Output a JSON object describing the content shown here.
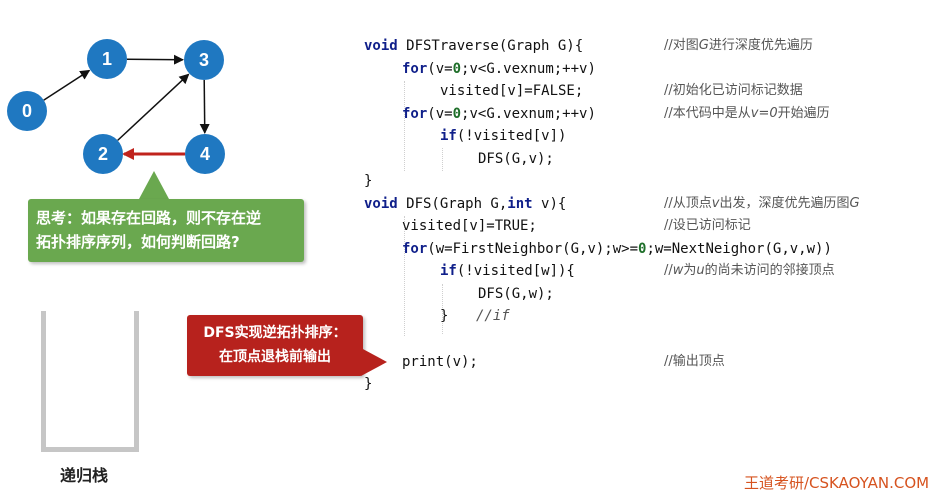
{
  "graph": {
    "nodes": [
      {
        "id": "0",
        "label": "0"
      },
      {
        "id": "1",
        "label": "1"
      },
      {
        "id": "2",
        "label": "2"
      },
      {
        "id": "3",
        "label": "3"
      },
      {
        "id": "4",
        "label": "4"
      }
    ],
    "edges": [
      {
        "from": "0",
        "to": "1"
      },
      {
        "from": "1",
        "to": "3"
      },
      {
        "from": "2",
        "to": "3"
      },
      {
        "from": "3",
        "to": "4"
      },
      {
        "from": "4",
        "to": "2",
        "highlight": true
      }
    ],
    "node_color": "#1f78c1",
    "edge_color": "#111111",
    "highlight_color": "#c0231d"
  },
  "callouts": {
    "green": {
      "line1": "思考：如果存在回路，则不存在逆",
      "line2": "拓扑排序序列，如何判断回路?",
      "color": "#6aa84f"
    },
    "red": {
      "line1": "DFS实现逆拓扑排序：",
      "line2": "在顶点退栈前输出",
      "color": "#b7221d"
    }
  },
  "stack": {
    "label": "递归栈"
  },
  "code": {
    "l1": {
      "kw1": "void",
      "t1": " DFSTraverse(Graph G){"
    },
    "l2": {
      "kw1": "for",
      "t1": "(v=",
      "num1": "0",
      "t2": ";v<G.vexnum;++v)"
    },
    "l3": {
      "t1": "visited[v]=FALSE;"
    },
    "l4": {
      "kw1": "for",
      "t1": "(v=",
      "num1": "0",
      "t2": ";v<G.vexnum;++v)"
    },
    "l5": {
      "kw1": "if",
      "t1": "(!visited[v])"
    },
    "l6": {
      "t1": "DFS(G,v);"
    },
    "l7": {
      "t1": "}"
    },
    "l8": {
      "kw1": "void",
      "t1": " DFS(Graph G,",
      "kw2": "int",
      "t2": " v){"
    },
    "l9": {
      "t1": "visited[v]=TRUE;"
    },
    "l10": {
      "kw1": "for",
      "t1": "(w=FirstNeighbor(G,v);w>=",
      "num1": "0",
      "t2": ";w=NextNeighor(G,v,w))"
    },
    "l11": {
      "kw1": "if",
      "t1": "(!visited[w]){"
    },
    "l12": {
      "t1": "DFS(G,w);"
    },
    "l13": {
      "t1": "}"
    },
    "l13c": "//if",
    "l14": {
      "t1": "print(v);"
    },
    "l15": {
      "t1": "}"
    }
  },
  "comments": {
    "c1": {
      "a": "//对图",
      "b": "G",
      "c": "进行深度优先遍历"
    },
    "c3": "//初始化已访问标记数据",
    "c4": {
      "a": "//本代码中是从",
      "b": "v=0",
      "c": "开始遍历"
    },
    "c8": {
      "a": "//从顶点",
      "b": "v",
      "c": "出发，深度优先遍历图",
      "d": "G"
    },
    "c9": "//设已访问标记",
    "c11": {
      "a": "//",
      "b": "w",
      "c": "为",
      "d": "u",
      "e": "的尚未访问的邻接顶点"
    },
    "c14": "//输出顶点"
  },
  "watermark": "王道考研/CSKAOYAN.COM"
}
